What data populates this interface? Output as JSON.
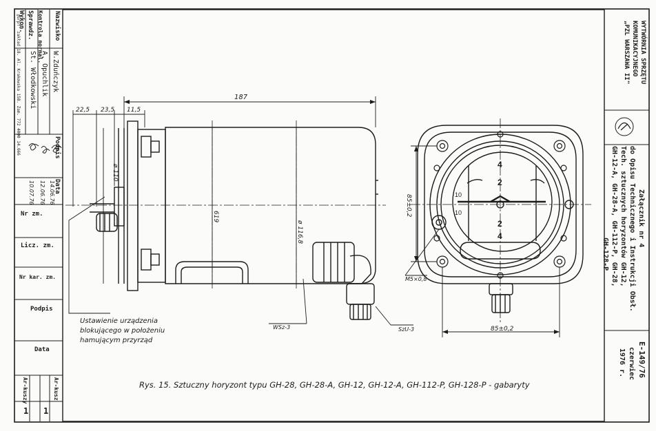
{
  "left_block": {
    "col_labels": [
      "Wykon.",
      "Sprawdz.",
      "Kontrola normal."
    ],
    "nazwisko_label": "Nazwisko",
    "names": [
      "W.Zduńczyk",
      "A. Opuchlik",
      "St. Włodkowski"
    ],
    "podpis_label": "Podpis",
    "data_label": "Data",
    "dates": [
      "14.06.76",
      "12.06.76",
      "10.07.76"
    ],
    "rev_labels": [
      "Nr zm.",
      "Licz. zm.",
      "Nr kar. zm.",
      "Podpis",
      "Data"
    ],
    "arkusz_label": "Ar-kusz",
    "arkuszy_label": "Ar-kuszy",
    "arkusz_val": "1",
    "arkuszy_val": "1",
    "printer": "„Grpf\" zakład 18. Al. Krakowska 158. Zam. 772 4000 14.666"
  },
  "right_block": {
    "company": [
      "WYTWÓRNIA SPRZĘTU",
      "KOMUNIKACYJNEGO",
      "„PZL WARSZAWA II\""
    ],
    "title": [
      "Załącznik nr 4",
      "do Opisu Technicznego i Instrukcji Obsł.",
      "Tech. sztucznych horyzontów GH-12,",
      "GH-12-A, GH-28-A, GH-112-P, GH-28,",
      "GH-128-P"
    ],
    "doc_number": "E-149/76",
    "date": [
      "czerwiec",
      "1976 r."
    ]
  },
  "dimensions": {
    "total_length": "187",
    "d1": "22,5",
    "d2": "23,5",
    "d3": "11,5",
    "dia_front": "ø 110",
    "height_619": "619",
    "dia_body": "ø 116,8",
    "fv_height": "85±0,2",
    "fv_width": "85±0,2",
    "hole": "M5×0,8",
    "conn_left": "WSz-3",
    "conn_right": "SzU-3"
  },
  "instrument_scale": [
    "4",
    "2",
    "10",
    "10",
    "2",
    "4"
  ],
  "annotation": [
    "Ustawienie urządzenia",
    "blokującego w położeniu",
    "hamującym przyrząd"
  ],
  "caption": "Rys. 15. Sztuczny horyzont typu GH-28, GH-28-A, GH-12, GH-12-A, GH-112-P, GH-128-P - gabaryty"
}
